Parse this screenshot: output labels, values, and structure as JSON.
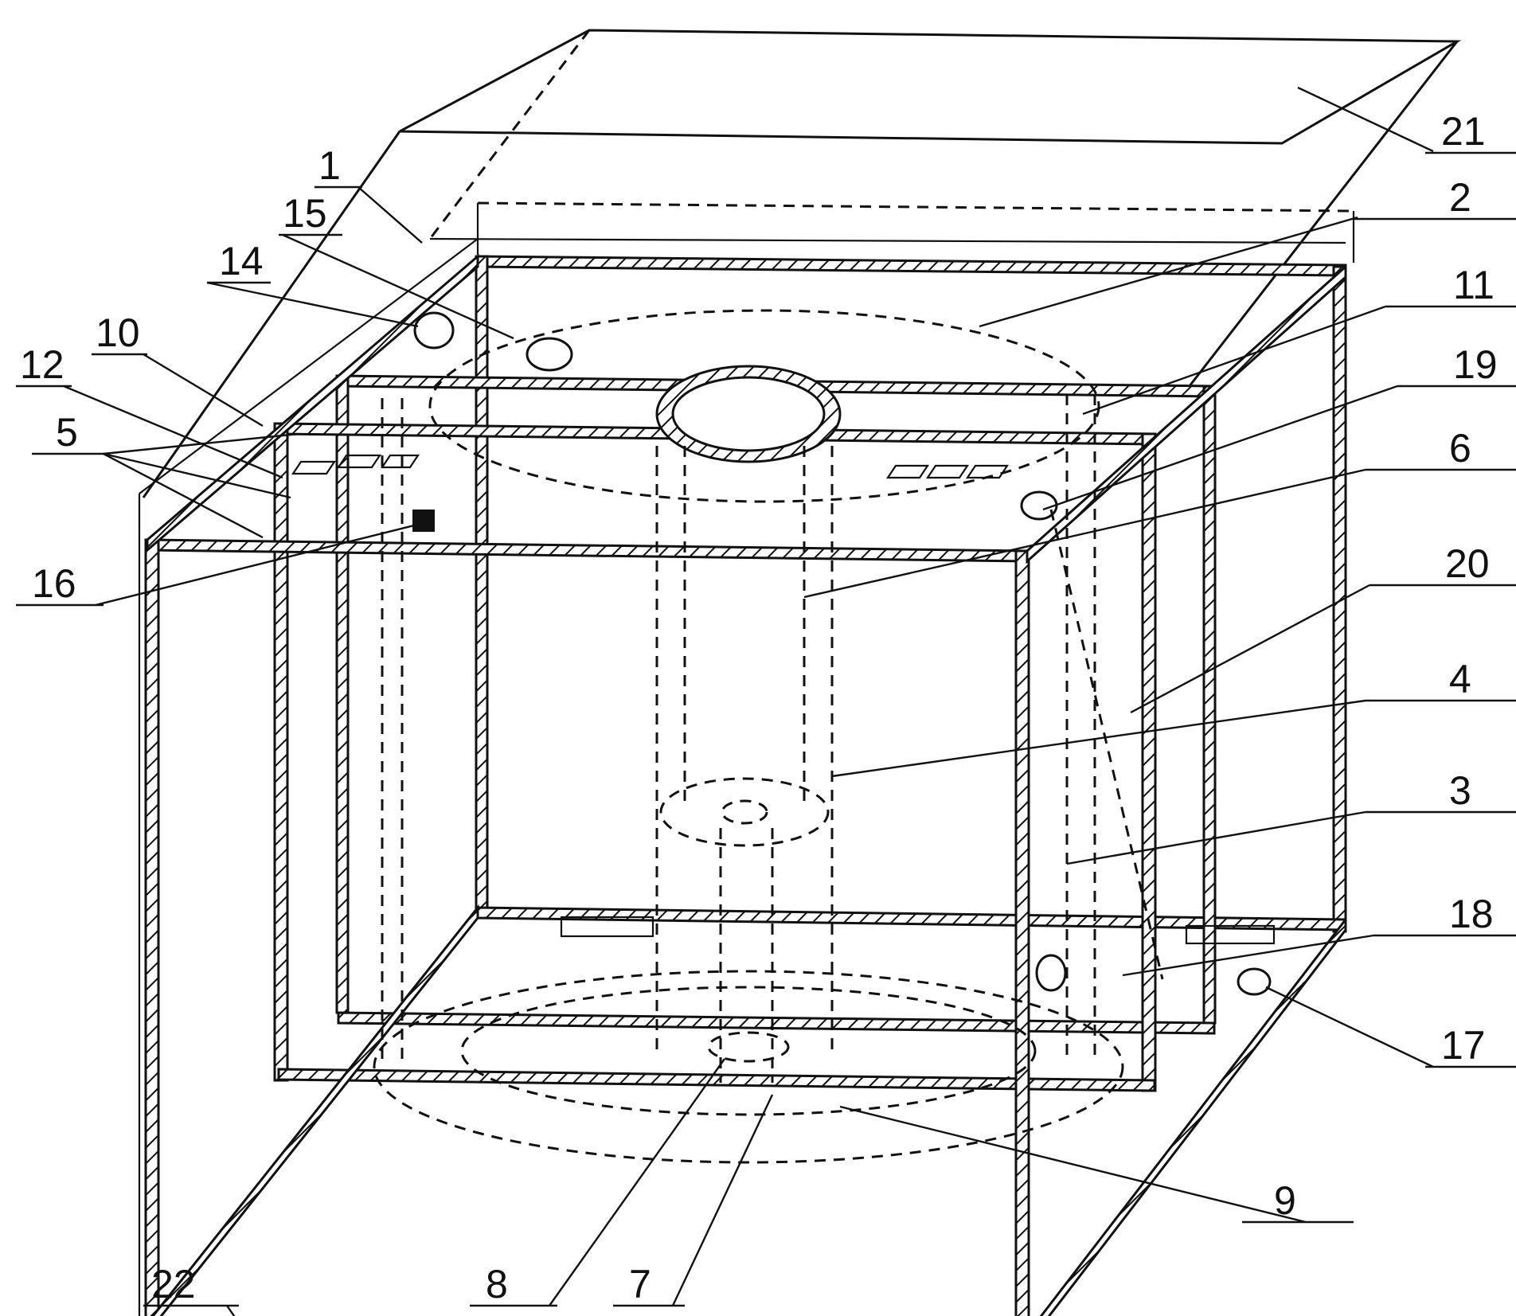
{
  "figure": {
    "labels": [
      {
        "id": "1",
        "text": "1"
      },
      {
        "id": "2",
        "text": "2"
      },
      {
        "id": "3",
        "text": "3"
      },
      {
        "id": "4",
        "text": "4"
      },
      {
        "id": "5",
        "text": "5"
      },
      {
        "id": "6",
        "text": "6"
      },
      {
        "id": "7",
        "text": "7"
      },
      {
        "id": "8",
        "text": "8"
      },
      {
        "id": "9",
        "text": "9"
      },
      {
        "id": "10",
        "text": "10"
      },
      {
        "id": "11",
        "text": "11"
      },
      {
        "id": "12",
        "text": "12"
      },
      {
        "id": "14",
        "text": "14"
      },
      {
        "id": "15",
        "text": "15"
      },
      {
        "id": "16",
        "text": "16"
      },
      {
        "id": "17",
        "text": "17"
      },
      {
        "id": "18",
        "text": "18"
      },
      {
        "id": "19",
        "text": "19"
      },
      {
        "id": "20",
        "text": "20"
      },
      {
        "id": "21",
        "text": "21"
      },
      {
        "id": "22",
        "text": "22"
      }
    ]
  }
}
